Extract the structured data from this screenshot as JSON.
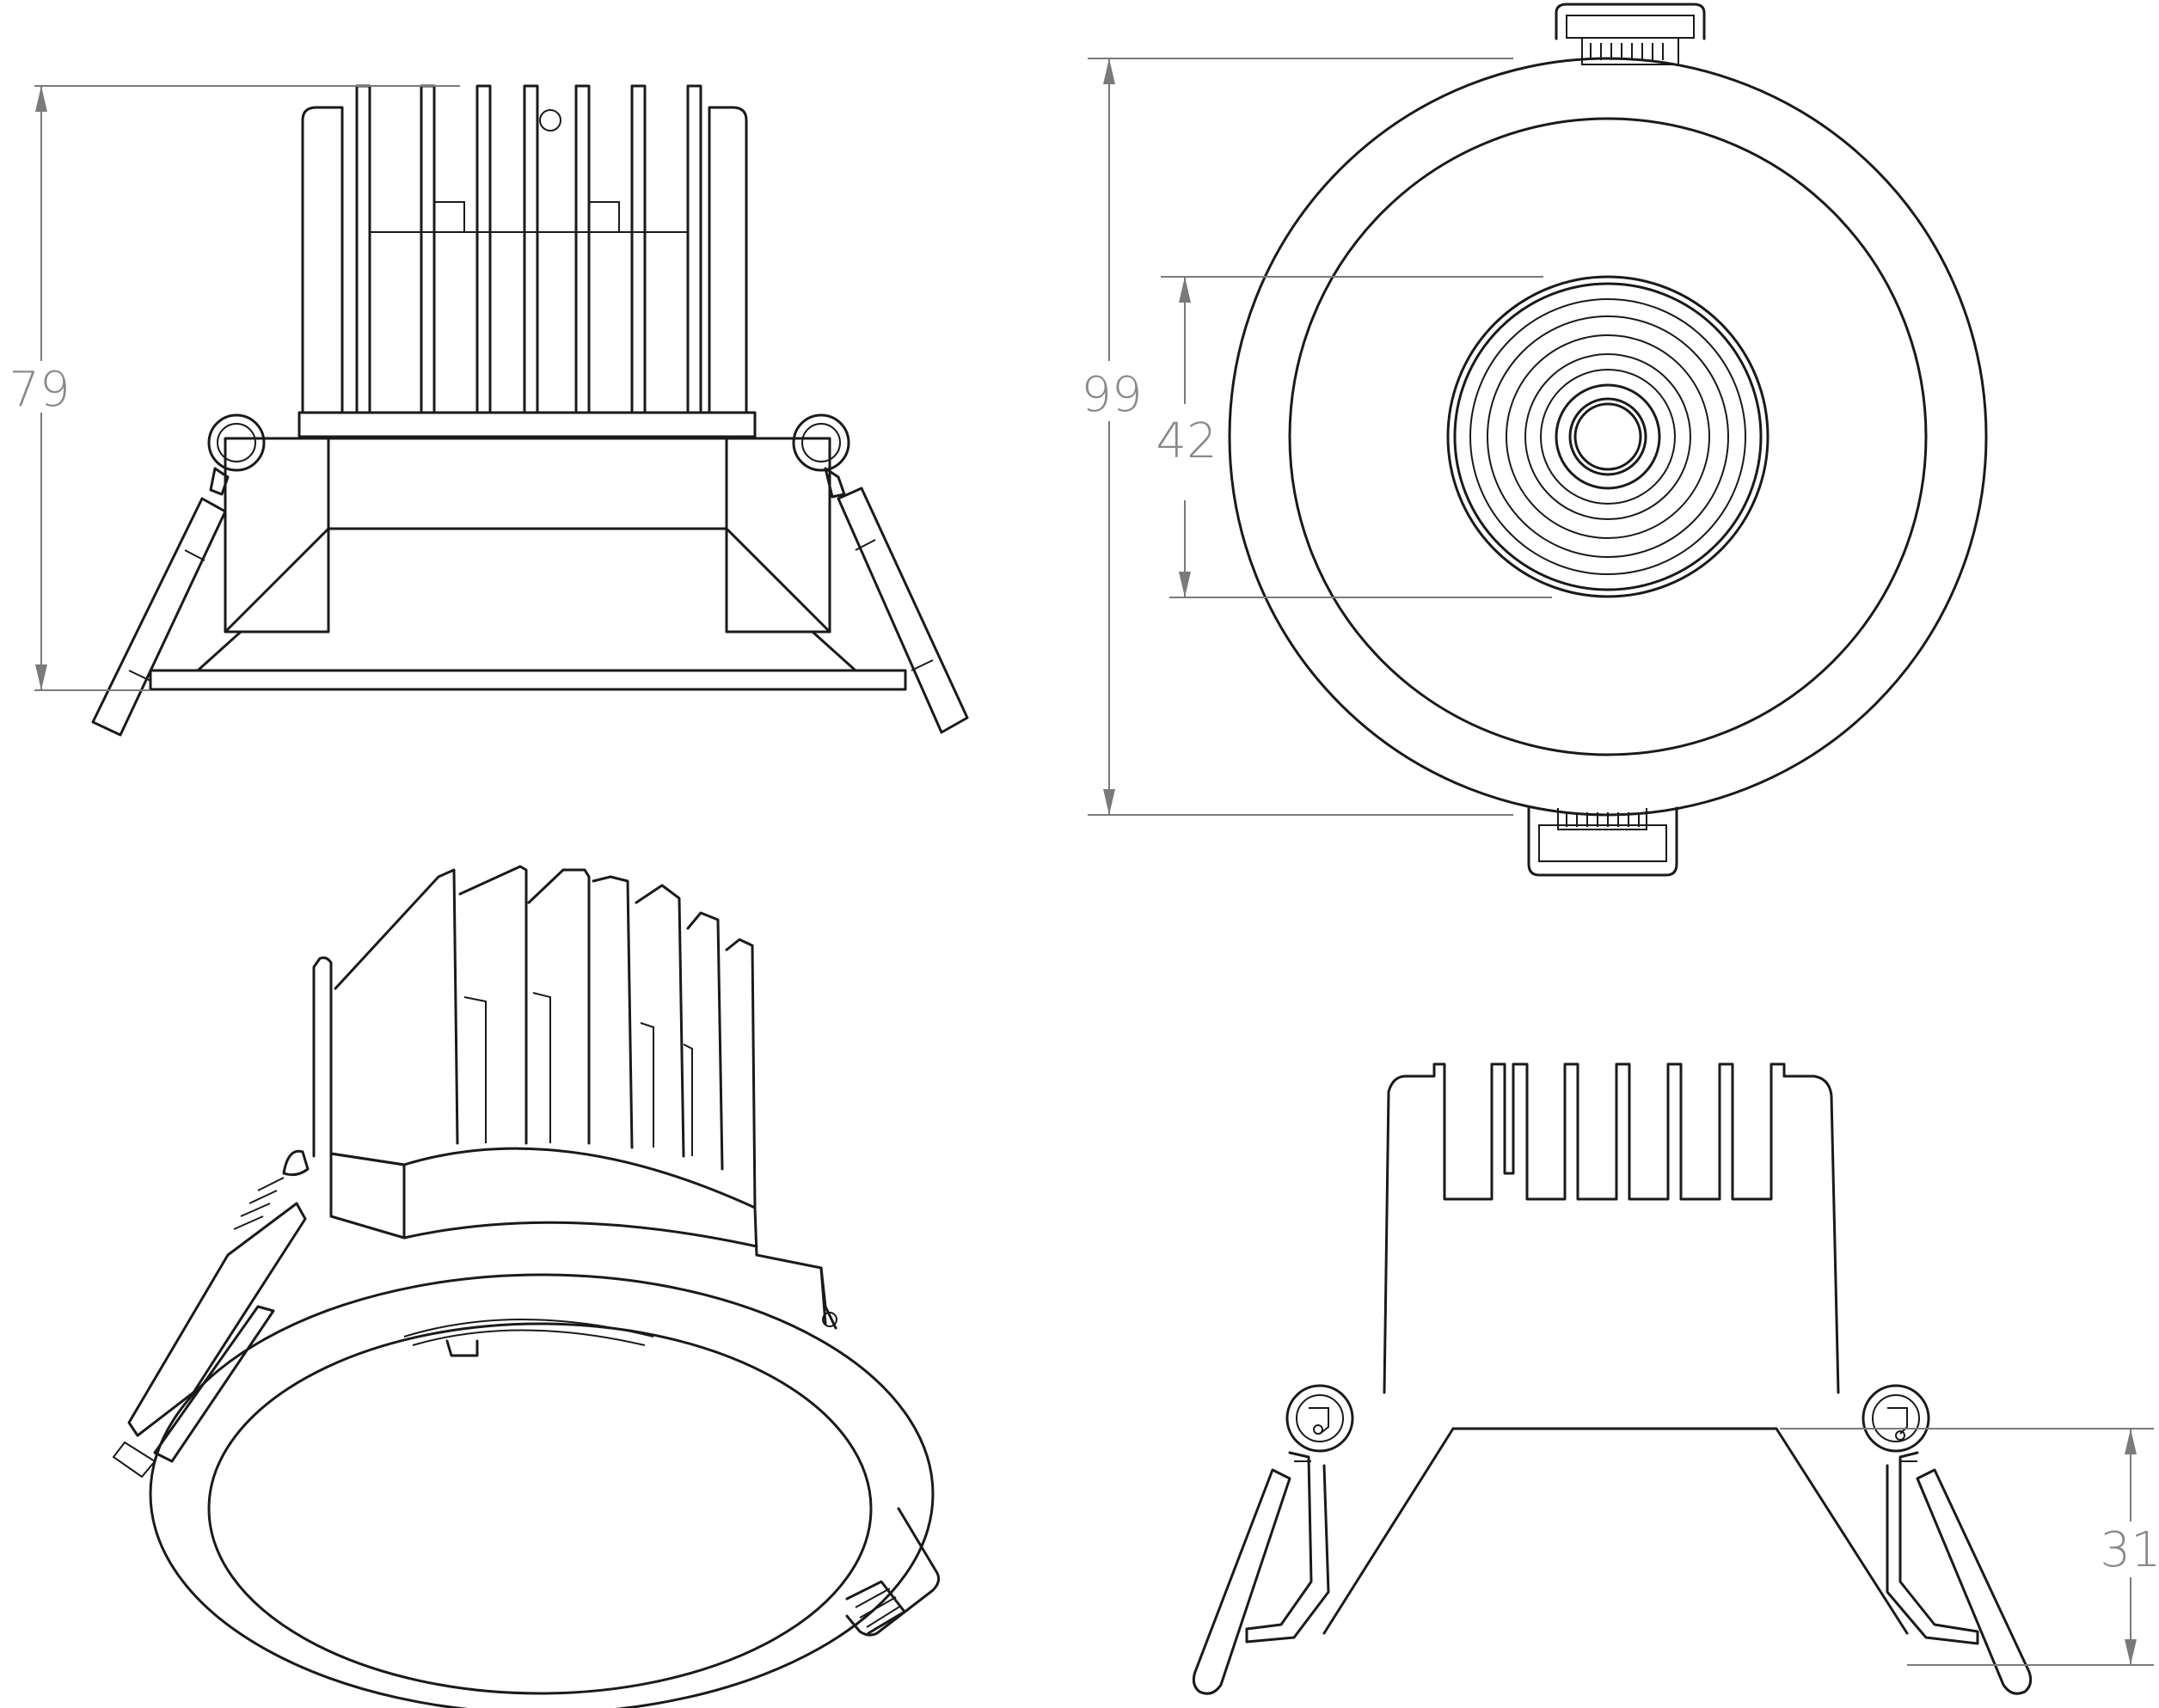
{
  "diagram": {
    "colors": {
      "line": "#1a1a1a",
      "dimension": "#7a7a7a",
      "dimension_text": "#8a8a8a",
      "background": "#ffffff"
    },
    "views": [
      {
        "id": "front-view"
      },
      {
        "id": "top-view"
      },
      {
        "id": "perspective-view"
      },
      {
        "id": "section-view"
      }
    ],
    "dimensions": {
      "height": "79",
      "outer_diameter": "99",
      "inner_diameter": "42",
      "trim_depth": "31"
    }
  }
}
